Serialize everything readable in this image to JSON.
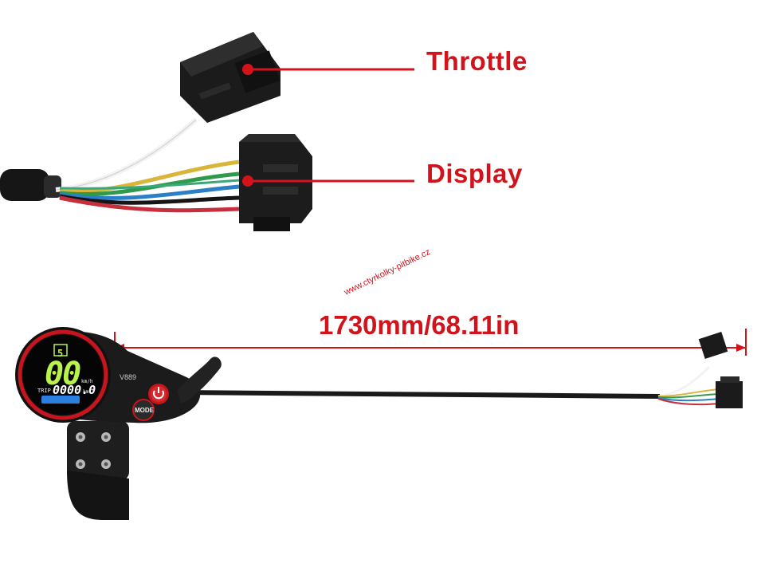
{
  "labels": {
    "throttle": "Throttle",
    "display": "Display",
    "length": "1730mm/68.11in",
    "watermark": "www.ctyrkolky-pitbike.cz"
  },
  "device": {
    "model": "V889",
    "mode_button": "MODE",
    "lcd": {
      "gear": "5",
      "speed": "00",
      "speed_unit": "km/h",
      "trip_label": "TRIP",
      "trip_value": "0000.0",
      "trip_unit": "km"
    }
  },
  "colors": {
    "accent_red": "#d3131b",
    "lcd_green": "#b8f24a",
    "lcd_blue": "#2a7fe0",
    "cable_black": "#1a1a1a"
  },
  "icons": {
    "power_button": "power-icon"
  }
}
